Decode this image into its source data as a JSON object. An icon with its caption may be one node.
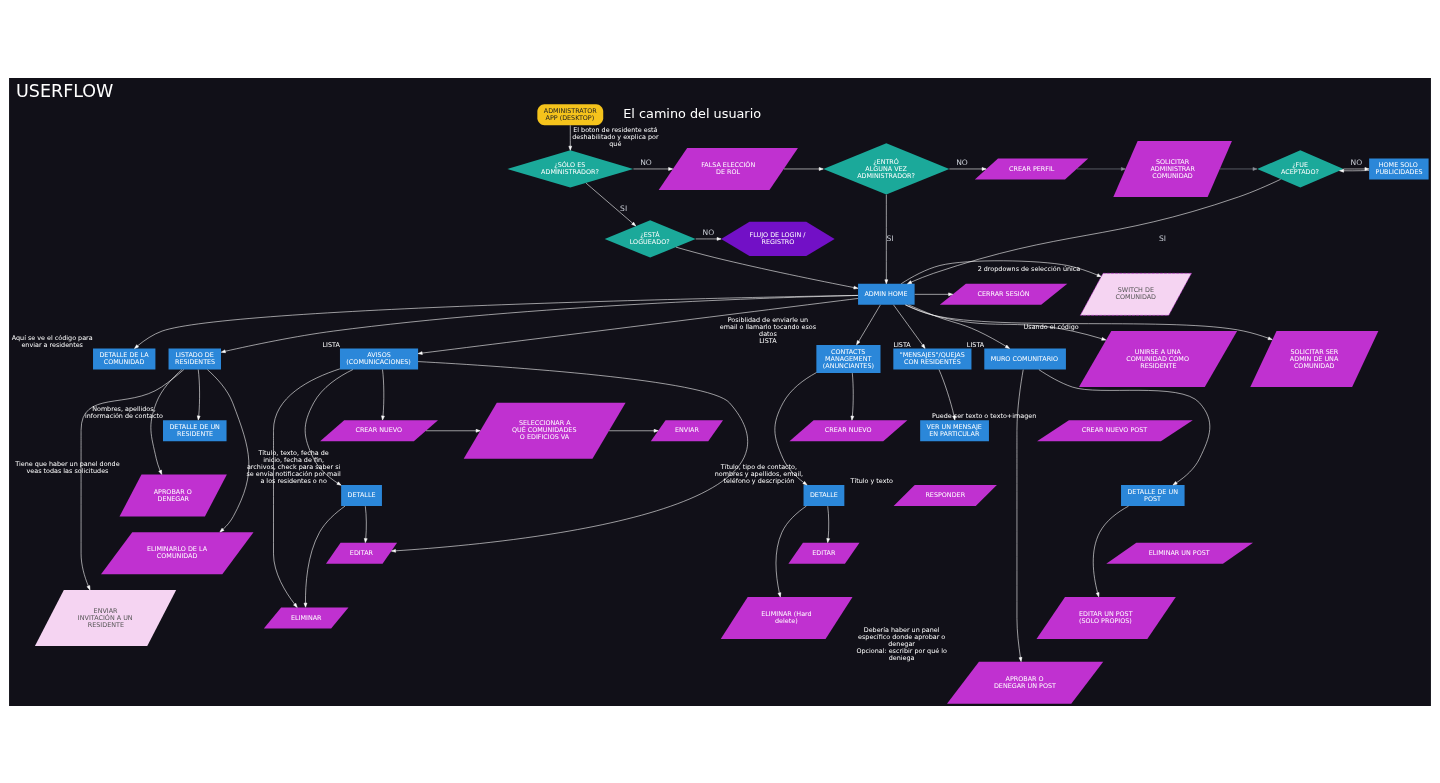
{
  "diagram": {
    "title": "USERFLOW",
    "nodes": [
      {
        "text": [
          "ADMINISTRATOR APP (DESKTOP)"
        ]
      },
      {
        "text": [
          "¿SÓLO ES ADMINISTRADOR?"
        ]
      },
      {
        "text": [
          "FALSA ELECCIÓN DE ROL"
        ],
        "beside": [
          "El boton de residente está deshabilitado y explica por qué"
        ]
      },
      {
        "text": [
          "¿ENTRÓ ALGUNA VEZ ADMINISTRADOR?"
        ]
      },
      {
        "text": [
          "CREAR PERFIL"
        ]
      },
      {
        "text": [
          "SOLICITAR ADMINISTRAR COMUNIDAD"
        ]
      },
      {
        "text": [
          "¿FUE ACEPTADO?"
        ]
      },
      {
        "text": [
          "HOME SOLO PUBLICIDADES"
        ]
      },
      {
        "text": [
          "¿ESTÁ LOGUEADO?"
        ]
      },
      {
        "text": [
          "FLUJO DE LOGIN / REGISTRO"
        ]
      },
      {
        "text": [
          "ADMIN HOME"
        ]
      },
      {
        "text": [
          "SWITCH DE COMUNIDAD"
        ],
        "beside": [
          "2 dropdowns de selección única"
        ]
      },
      {
        "text": [
          "CERRAR SESIÓN"
        ]
      },
      {
        "text": [
          "DETALLE DE LA COMUNIDAD"
        ],
        "beside": [
          "Aquí se ve el código para enviar a residentes"
        ]
      },
      {
        "text": [
          "LISTADO DE RESIDENTES"
        ]
      },
      {
        "text": [
          "DETALLE DE UN RESIDENTE"
        ],
        "beside": [
          "Nombres, apellidos, información de contacto"
        ]
      },
      {
        "text": [
          "APROBAR O DENEGAR"
        ],
        "beside": [
          "Tiene que haber un panel donde veas todas las solicitudes"
        ]
      },
      {
        "text": [
          "ELIMINARLO DE LA COMUNIDAD"
        ]
      },
      {
        "text": [
          "ENVIAR INVITACIÓN A UN RESIDENTE"
        ]
      },
      {
        "text": [
          "AVISOS (COMUNICACIONES)"
        ],
        "beside": [
          "LISTA"
        ]
      },
      {
        "text": [
          "CREAR NUEVO"
        ]
      },
      {
        "text": [
          "SELECCIONAR A QUÉ COMUNIDADES O EDIFICIOS VA"
        ]
      },
      {
        "text": [
          "ENVIAR"
        ]
      },
      {
        "text": [
          "DETALLE"
        ],
        "beside": [
          "Título, texto, fecha de inicio, fecha de fin, archivos, check para saber si se envía notificación por mail a los residentes o no"
        ]
      },
      {
        "text": [
          "EDITAR"
        ]
      },
      {
        "text": [
          "ELIMINAR"
        ]
      },
      {
        "text": [
          "CONTACTS MANAGEMENT (ANUNCIANTES)"
        ],
        "beside": [
          "Posiblidad de enviarle un email o llamarlo tocando esos datos",
          "LISTA"
        ]
      },
      {
        "text": [
          "CREAR NUEVO"
        ]
      },
      {
        "text": [
          "DETALLE"
        ],
        "beside": [
          "Título, tipo de contacto, nombres y apellidos, email, teléfono y descripción"
        ]
      },
      {
        "text": [
          "EDITAR"
        ]
      },
      {
        "text": [
          "ELIMINAR (Hard delete)"
        ]
      },
      {
        "text": [
          "\"MENSAJES\"/QUEJAS CON RESIDENTES"
        ],
        "beside": [
          "LISTA"
        ]
      },
      {
        "text": [
          "VER UN MENSAJE EN PARTICULAR"
        ]
      },
      {
        "text": [
          "RESPONDER"
        ],
        "beside": [
          "Título y texto"
        ]
      },
      {
        "text": [
          "MURO COMUNITARIO"
        ],
        "beside": [
          "LISTA"
        ]
      },
      {
        "text": [
          "CREAR NUEVO POST"
        ],
        "beside": [
          "Puede ser texto o texto+imagen"
        ]
      },
      {
        "text": [
          "DETALLE DE UN POST"
        ]
      },
      {
        "text": [
          "ELIMINAR UN POST"
        ]
      },
      {
        "text": [
          "EDITAR UN POST (SOLO PROPIOS)"
        ]
      },
      {
        "text": [
          "APROBAR O DENEGAR UN POST"
        ],
        "beside": [
          "Debería haber un panel específico donde aprobar o denegar",
          "Opcional: escribir por qué lo deniega"
        ]
      },
      {
        "text": [
          "UNIRSE A UNA COMUNIDAD COMO RESIDENTE"
        ],
        "beside": [
          "Usando el código"
        ]
      },
      {
        "text": [
          "SOLICITAR SER ADMIN DE UNA COMUNIDAD"
        ]
      }
    ],
    "edges": [
      {
        "from": 0,
        "to": 1,
        "arrow": "to"
      },
      {
        "from": 1,
        "to": 2,
        "arrow": "to",
        "label": "NO"
      },
      {
        "from": 2,
        "to": 3,
        "arrow": "to"
      },
      {
        "from": 3,
        "to": 4,
        "arrow": "to",
        "label": "NO"
      },
      {
        "from": 4,
        "to": 5,
        "arrow": "to",
        "color": "#8a8f98"
      },
      {
        "from": 5,
        "to": 6,
        "arrow": "to",
        "color": "#8a8f98"
      },
      {
        "from": 6,
        "to": 7,
        "arrow": "to",
        "label": "NO"
      },
      {
        "from": 7,
        "to": 6,
        "arrow": "to"
      },
      {
        "from": 1,
        "to": 8,
        "arrow": "to",
        "label": "SI"
      },
      {
        "from": 8,
        "to": 9,
        "arrow": "to",
        "label": "NO"
      },
      {
        "from": 8,
        "to": 10,
        "arrow": "to"
      },
      {
        "from": 3,
        "to": 10,
        "arrow": "to",
        "label": "SI"
      },
      {
        "from": 6,
        "to": 10,
        "arrow": "to",
        "label": "SI"
      },
      {
        "from": 10,
        "to": 11,
        "arrow": "to"
      },
      {
        "from": 10,
        "to": 12,
        "arrow": "to"
      },
      {
        "from": 10,
        "to": 13,
        "arrow": "to"
      },
      {
        "from": 10,
        "to": 14,
        "arrow": "to"
      },
      {
        "from": 10,
        "to": 19,
        "arrow": "to"
      },
      {
        "from": 10,
        "to": 26,
        "arrow": "to"
      },
      {
        "from": 10,
        "to": 31,
        "arrow": "to"
      },
      {
        "from": 10,
        "to": 34,
        "arrow": "to"
      },
      {
        "from": 10,
        "to": 40,
        "arrow": "to"
      },
      {
        "from": 10,
        "to": 41,
        "arrow": "to"
      },
      {
        "from": 14,
        "to": 15,
        "arrow": "to"
      },
      {
        "from": 14,
        "to": 16,
        "arrow": "to"
      },
      {
        "from": 14,
        "to": 17,
        "arrow": "to"
      },
      {
        "from": 14,
        "to": 18,
        "arrow": "to"
      },
      {
        "from": 19,
        "to": 20,
        "arrow": "to"
      },
      {
        "from": 20,
        "to": 21,
        "arrow": "to"
      },
      {
        "from": 21,
        "to": 22,
        "arrow": "to"
      },
      {
        "from": 19,
        "to": 23,
        "arrow": "to"
      },
      {
        "from": 19,
        "to": 24,
        "arrow": "to"
      },
      {
        "from": 19,
        "to": 25,
        "arrow": "to"
      },
      {
        "from": 23,
        "to": 24,
        "arrow": "to"
      },
      {
        "from": 23,
        "to": 25,
        "arrow": "to"
      },
      {
        "from": 26,
        "to": 27,
        "arrow": "to"
      },
      {
        "from": 26,
        "to": 28,
        "arrow": "to"
      },
      {
        "from": 28,
        "to": 29,
        "arrow": "to"
      },
      {
        "from": 28,
        "to": 30,
        "arrow": "to"
      },
      {
        "from": 31,
        "to": 32,
        "arrow": "to"
      },
      {
        "from": 34,
        "to": 36,
        "arrow": "to"
      },
      {
        "from": 34,
        "to": 39,
        "arrow": "to"
      },
      {
        "from": 36,
        "to": 38,
        "arrow": "to"
      }
    ],
    "labels": [
      "El camino del usuario"
    ]
  }
}
